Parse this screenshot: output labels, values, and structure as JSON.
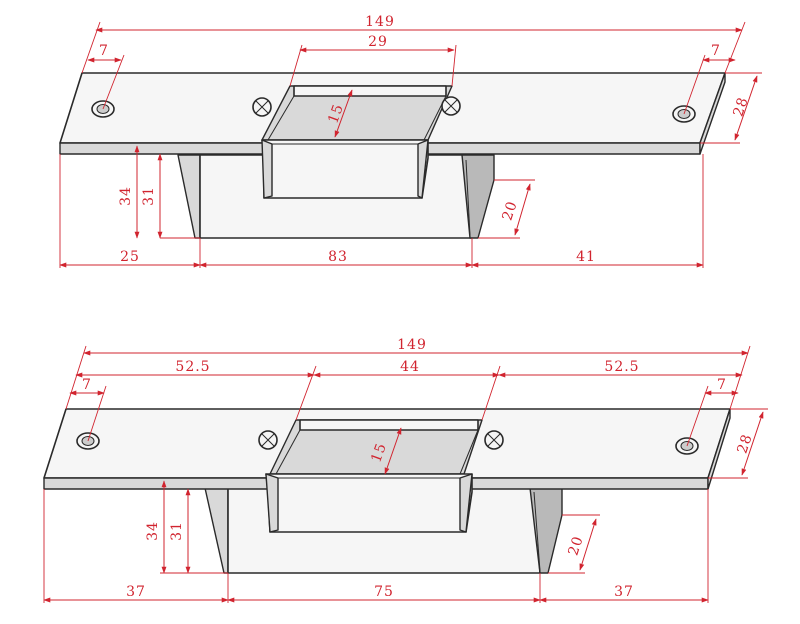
{
  "colors": {
    "dimension": "#d1242f",
    "outline": "#2a2a2a",
    "face": "#f6f6f6"
  },
  "icons": {
    "hole": "oval-hole-icon",
    "screw": "screw-head-icon"
  },
  "top_view": {
    "overall_length": "149",
    "edge_hole_left": "7",
    "edge_hole_right": "7",
    "opening_width": "29",
    "opening_depth": "15",
    "plate_width": "28",
    "height_total": "34",
    "height_body": "31",
    "body_depth": "20",
    "bottom_left": "25",
    "bottom_middle": "83",
    "bottom_right": "41"
  },
  "bottom_view": {
    "overall_length": "149",
    "edge_hole_left": "7",
    "edge_hole_right": "7",
    "segment_left": "52.5",
    "segment_middle": "44",
    "segment_right": "52.5",
    "opening_depth": "15",
    "plate_width": "28",
    "height_total": "34",
    "height_body": "31",
    "body_depth": "20",
    "bottom_left": "37",
    "bottom_middle": "75",
    "bottom_right": "37"
  }
}
